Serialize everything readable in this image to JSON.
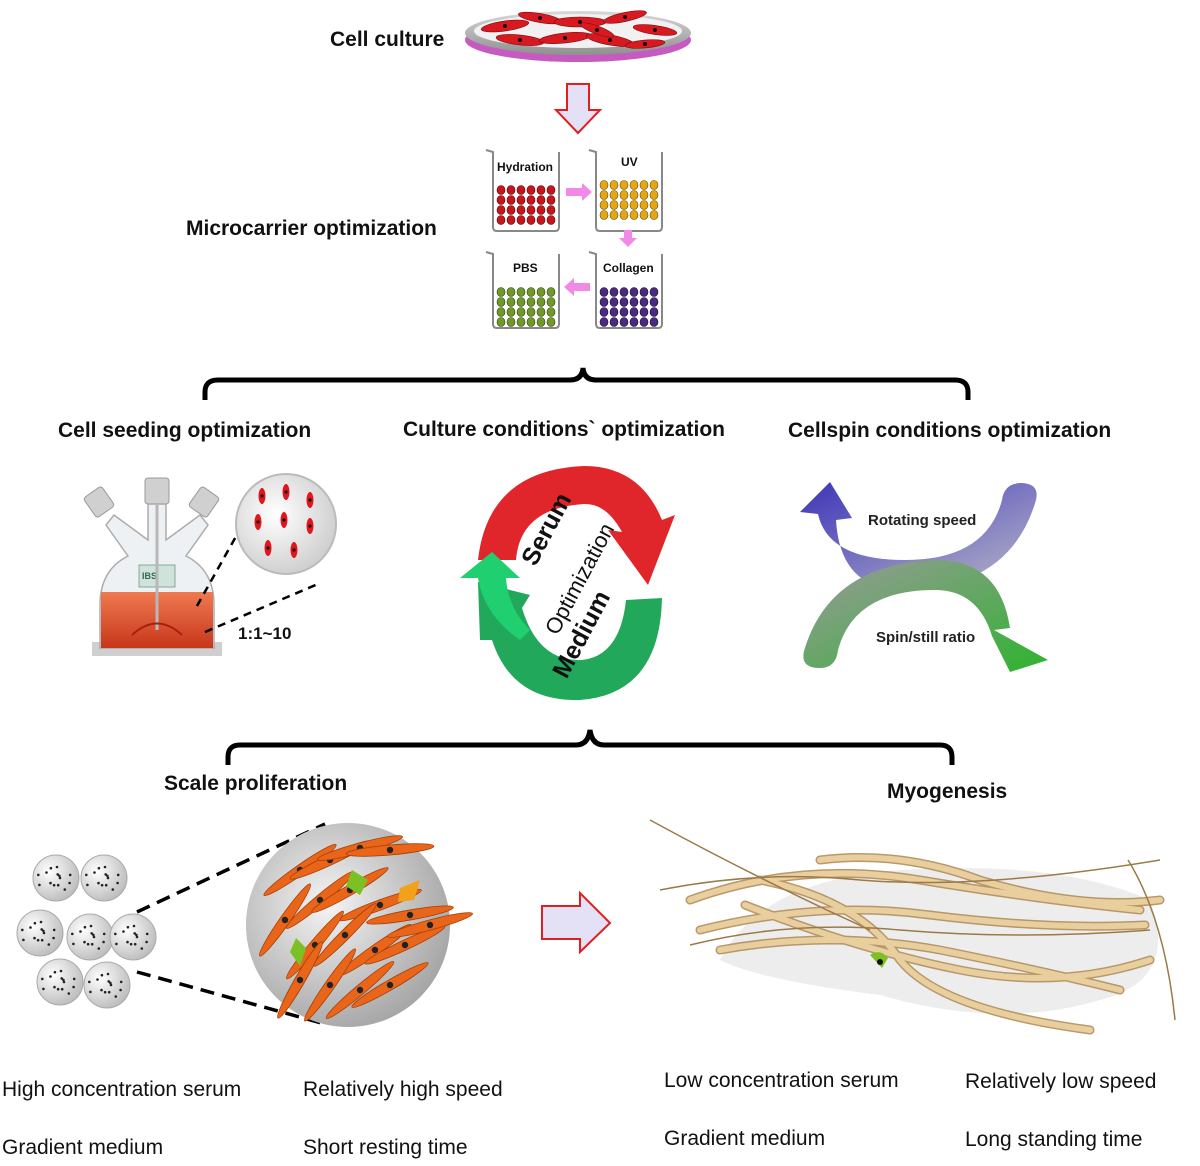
{
  "steps": {
    "cell_culture": "Cell culture",
    "microcarrier": "Microcarrier optimization",
    "seeding": "Cell seeding optimization",
    "culture_conditions": "Culture conditions` optimization",
    "cellspin": "Cellspin conditions optimization",
    "proliferation": "Scale proliferation",
    "myogenesis": "Myogenesis"
  },
  "beakers": {
    "hydration": "Hydration",
    "uv": "UV",
    "pbs": "PBS",
    "collagen": "Collagen"
  },
  "seeding_ratio": "1:1~10",
  "culture_cycle": {
    "serum": "Serum",
    "medium": "Medium",
    "center": "Optimization"
  },
  "cellspin": {
    "rotating_speed": "Rotating speed",
    "spin_still_ratio": "Spin/still ratio"
  },
  "proliferation_conditions": {
    "serum": "High concentration serum",
    "speed": "Relatively high speed",
    "medium": "Gradient medium",
    "time": "Short resting time"
  },
  "myogenesis_conditions": {
    "serum": "Low concentration serum",
    "speed": "Relatively low speed",
    "medium": "Gradient medium",
    "time": "Long standing time"
  },
  "colors": {
    "arrow_outline": "#e02020",
    "arrow_fill": "#e4e1f7",
    "pink_arrow": "#f08ae6",
    "cell_red": "#d8191f",
    "hydration_bead": "#c4161c",
    "uv_bead": "#e6a611",
    "pbs_bead": "#6f9a2a",
    "collagen_bead": "#4a2a80",
    "serum_red": "#e0262a",
    "medium_green": "#22a85a",
    "speed_blue": "#4a3fc0",
    "ratio_green": "#3cab3c",
    "fiber_tan": "#d9b98a",
    "muscle_orange": "#e8651a"
  }
}
